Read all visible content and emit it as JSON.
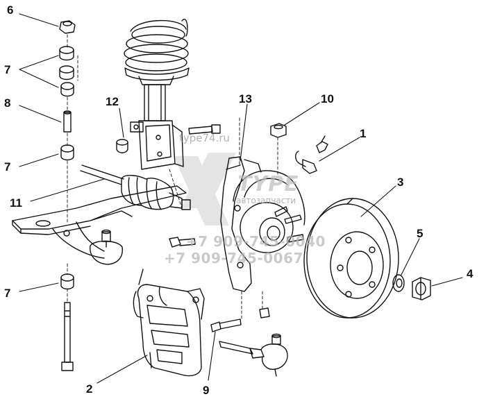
{
  "callouts": {
    "c1": "1",
    "c2": "2",
    "c3": "3",
    "c4": "4",
    "c5": "5",
    "c6": "6",
    "c7a": "7",
    "c7b": "7",
    "c7c": "7",
    "c8": "8",
    "c9": "9",
    "c10": "10",
    "c11": "11",
    "c12": "12",
    "c13": "13"
  },
  "watermark": {
    "site": "type74.ru",
    "brand": "TYPE",
    "subtitle": "автозапчасти",
    "phone1": "+7 909-745-0040",
    "phone2": "+7 909-745-0067"
  },
  "colors": {
    "ink": "#111111",
    "watermark": "#b0b0b0"
  }
}
